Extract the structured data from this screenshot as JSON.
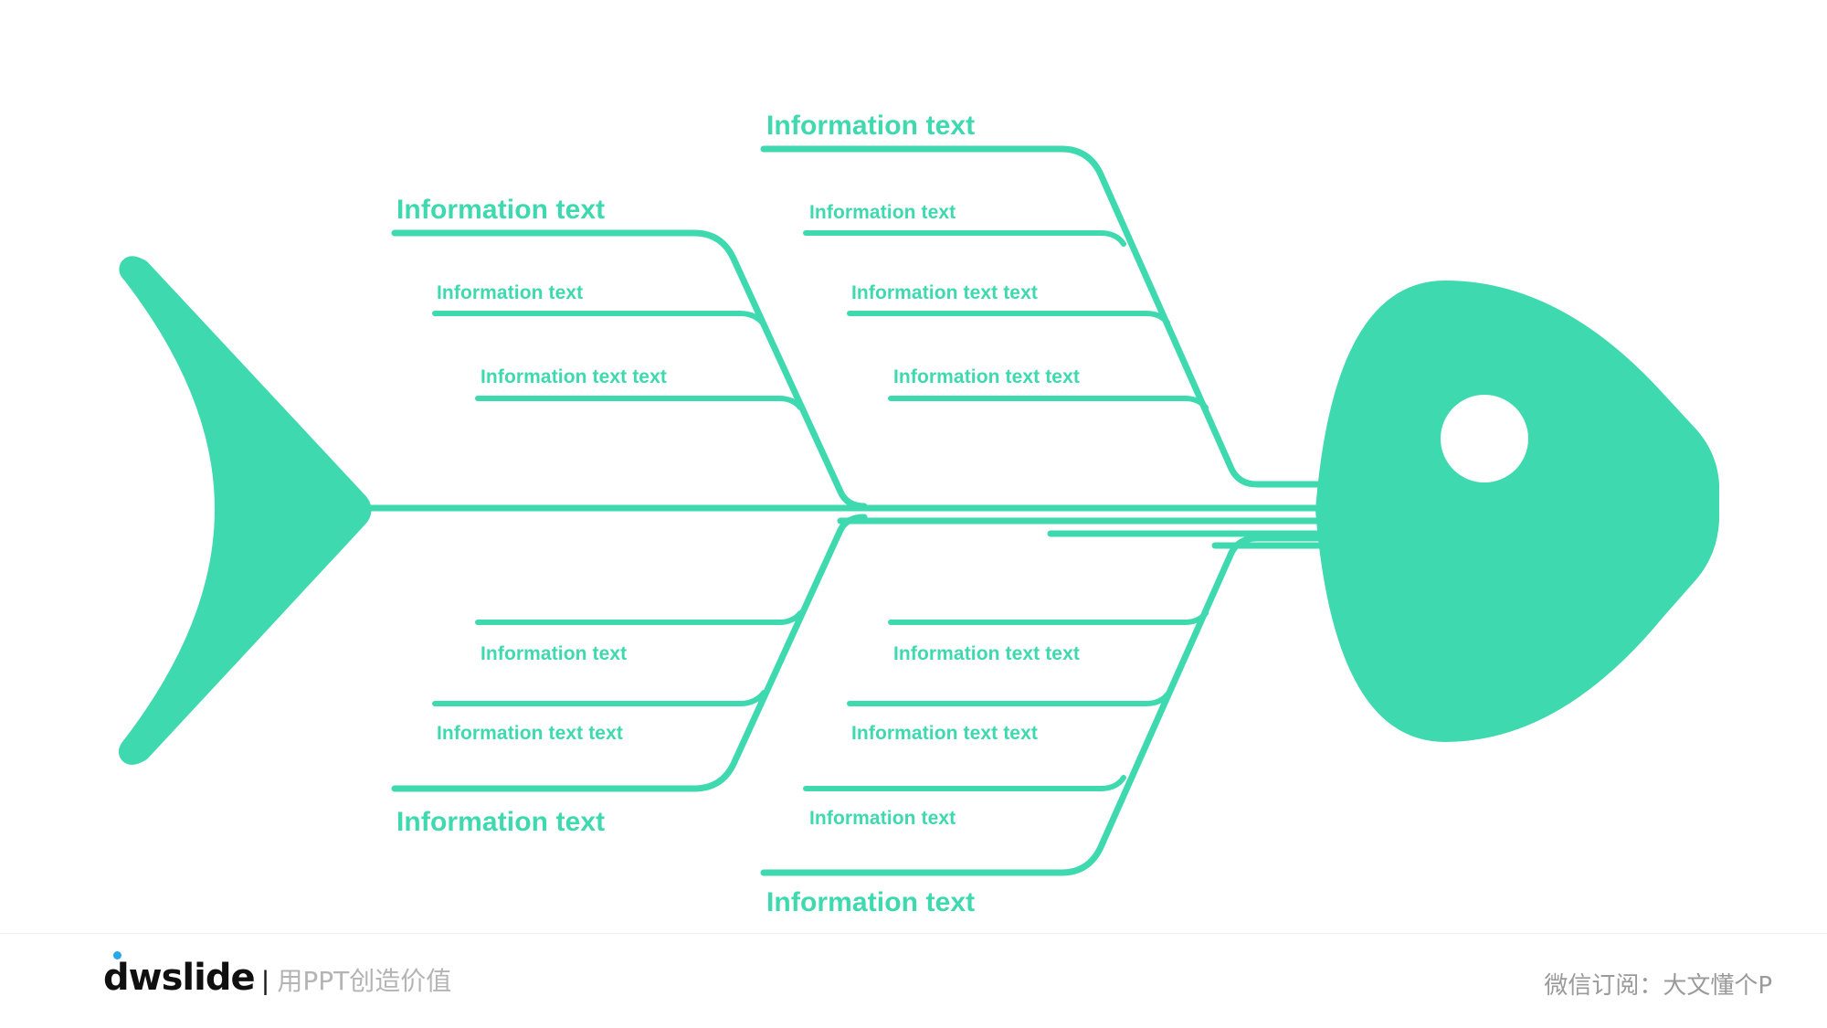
{
  "theme": {
    "accent": "#3ED9AF",
    "background": "#ffffff",
    "footer_text": "#9a9a9a",
    "logo_dot": "#29A7EA"
  },
  "diagram": {
    "type": "fishbone",
    "title": "",
    "head_icon": "fish-head-shape",
    "tail_icon": "fish-tail-shape",
    "eye_icon": "fish-eye-circle",
    "groups": [
      {
        "id": "top-left",
        "position": "top",
        "labels": [
          {
            "id": "tl-main",
            "text": "Information text",
            "size": "lg"
          },
          {
            "id": "tl-1",
            "text": "Information text",
            "size": "sm"
          },
          {
            "id": "tl-2",
            "text": "Information text text",
            "size": "sm"
          }
        ]
      },
      {
        "id": "top-right",
        "position": "top",
        "labels": [
          {
            "id": "tr-main",
            "text": "Information text",
            "size": "lg"
          },
          {
            "id": "tr-1",
            "text": "Information text",
            "size": "sm"
          },
          {
            "id": "tr-2",
            "text": "Information text text",
            "size": "sm"
          },
          {
            "id": "tr-3",
            "text": "Information text text",
            "size": "sm"
          }
        ]
      },
      {
        "id": "bottom-left",
        "position": "bottom",
        "labels": [
          {
            "id": "bl-1",
            "text": "Information text",
            "size": "sm"
          },
          {
            "id": "bl-2",
            "text": "Information text text",
            "size": "sm"
          },
          {
            "id": "bl-main",
            "text": "Information text",
            "size": "lg"
          }
        ]
      },
      {
        "id": "bottom-right",
        "position": "bottom",
        "labels": [
          {
            "id": "br-1",
            "text": "Information text text",
            "size": "sm"
          },
          {
            "id": "br-2",
            "text": "Information text text",
            "size": "sm"
          },
          {
            "id": "br-3",
            "text": "Information text",
            "size": "sm"
          },
          {
            "id": "br-main",
            "text": "Information text",
            "size": "lg"
          }
        ]
      }
    ]
  },
  "footer": {
    "logo": "dwslide",
    "separator": "|",
    "tagline": "用PPT创造价值",
    "right_text": "微信订阅：大文懂个P"
  }
}
